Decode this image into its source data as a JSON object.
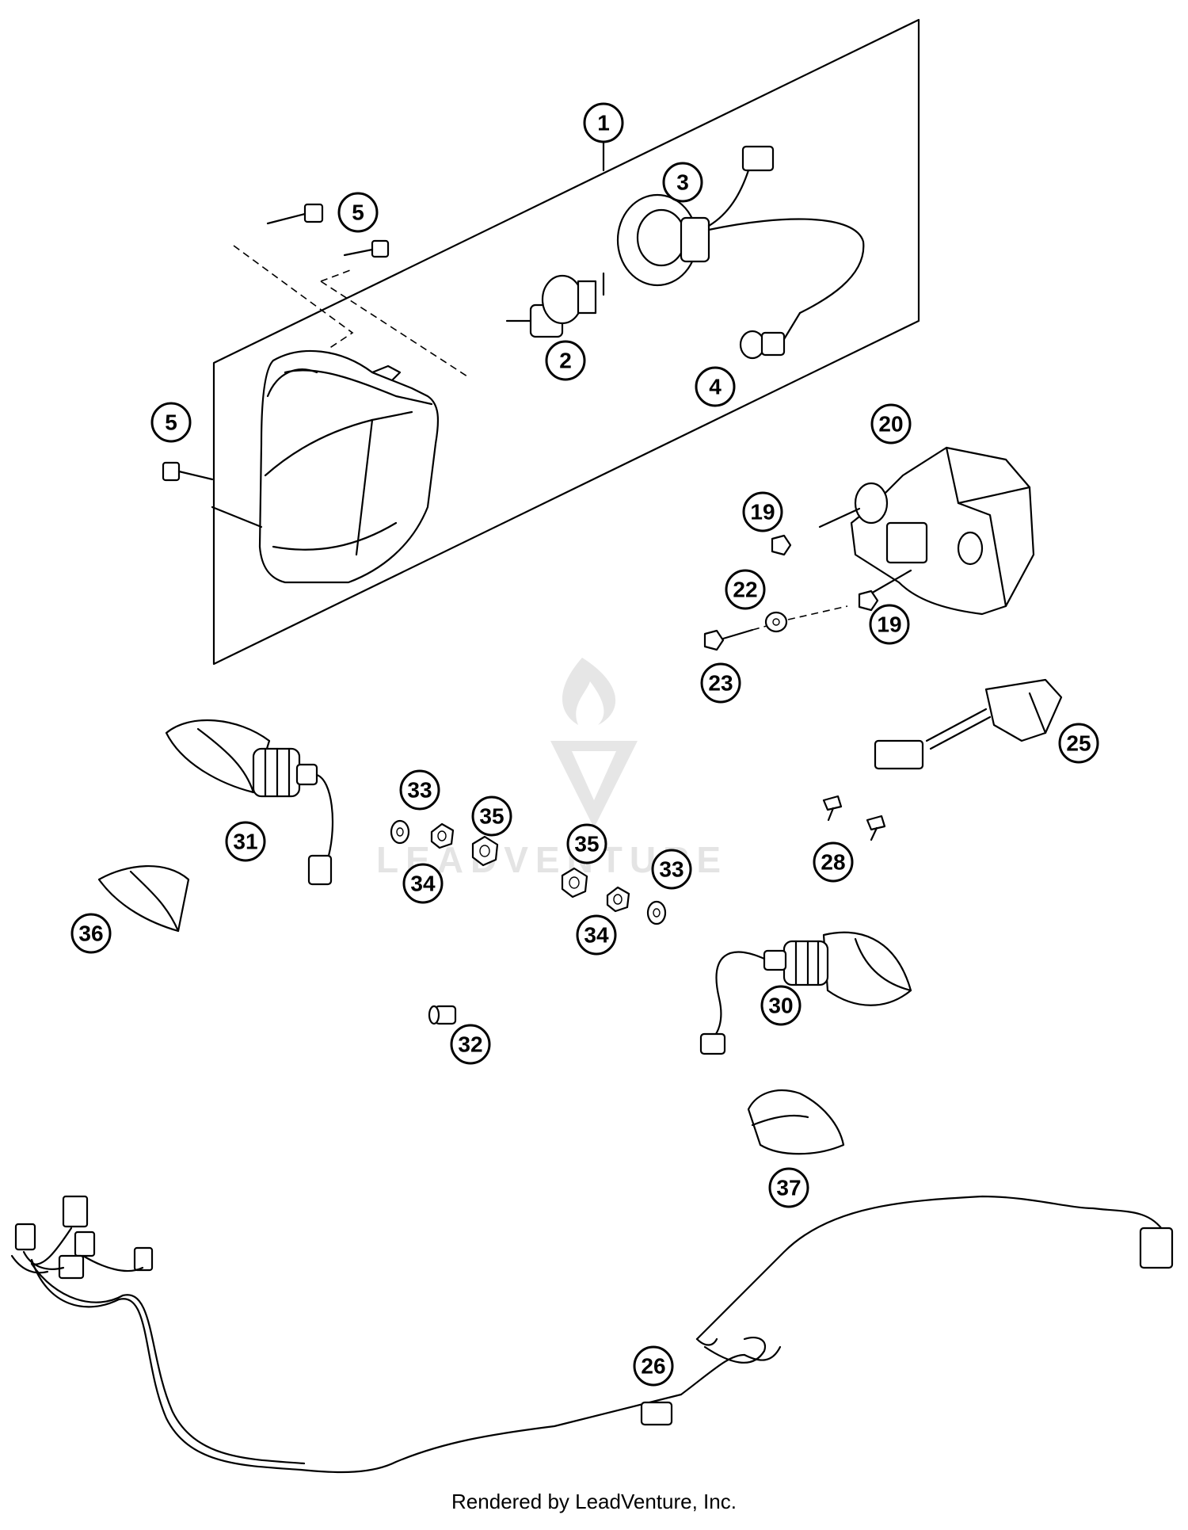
{
  "diagram": {
    "callouts": [
      {
        "id": "c1",
        "label": "1"
      },
      {
        "id": "c2",
        "label": "2"
      },
      {
        "id": "c3",
        "label": "3"
      },
      {
        "id": "c4",
        "label": "4"
      },
      {
        "id": "c5a",
        "label": "5"
      },
      {
        "id": "c5b",
        "label": "5"
      },
      {
        "id": "c19a",
        "label": "19"
      },
      {
        "id": "c19b",
        "label": "19"
      },
      {
        "id": "c20",
        "label": "20"
      },
      {
        "id": "c22",
        "label": "22"
      },
      {
        "id": "c23",
        "label": "23"
      },
      {
        "id": "c25",
        "label": "25"
      },
      {
        "id": "c26",
        "label": "26"
      },
      {
        "id": "c28",
        "label": "28"
      },
      {
        "id": "c30",
        "label": "30"
      },
      {
        "id": "c31",
        "label": "31"
      },
      {
        "id": "c32",
        "label": "32"
      },
      {
        "id": "c33a",
        "label": "33"
      },
      {
        "id": "c33b",
        "label": "33"
      },
      {
        "id": "c34a",
        "label": "34"
      },
      {
        "id": "c34b",
        "label": "34"
      },
      {
        "id": "c35a",
        "label": "35"
      },
      {
        "id": "c35b",
        "label": "35"
      },
      {
        "id": "c36",
        "label": "36"
      },
      {
        "id": "c37",
        "label": "37"
      }
    ]
  },
  "watermark": {
    "text": "LEADVENTURE"
  },
  "footer": {
    "text": "Rendered by LeadVenture, Inc."
  }
}
